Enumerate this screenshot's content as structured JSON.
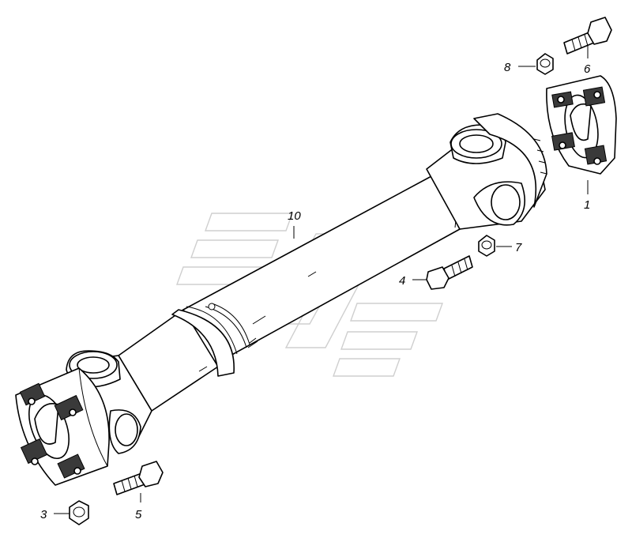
{
  "callouts": [
    {
      "id": "1",
      "label": "1"
    },
    {
      "id": "3",
      "label": "3"
    },
    {
      "id": "4",
      "label": "4"
    },
    {
      "id": "5",
      "label": "5"
    },
    {
      "id": "6",
      "label": "6"
    },
    {
      "id": "7",
      "label": "7"
    },
    {
      "id": "8",
      "label": "8"
    },
    {
      "id": "10",
      "label": "10"
    }
  ]
}
